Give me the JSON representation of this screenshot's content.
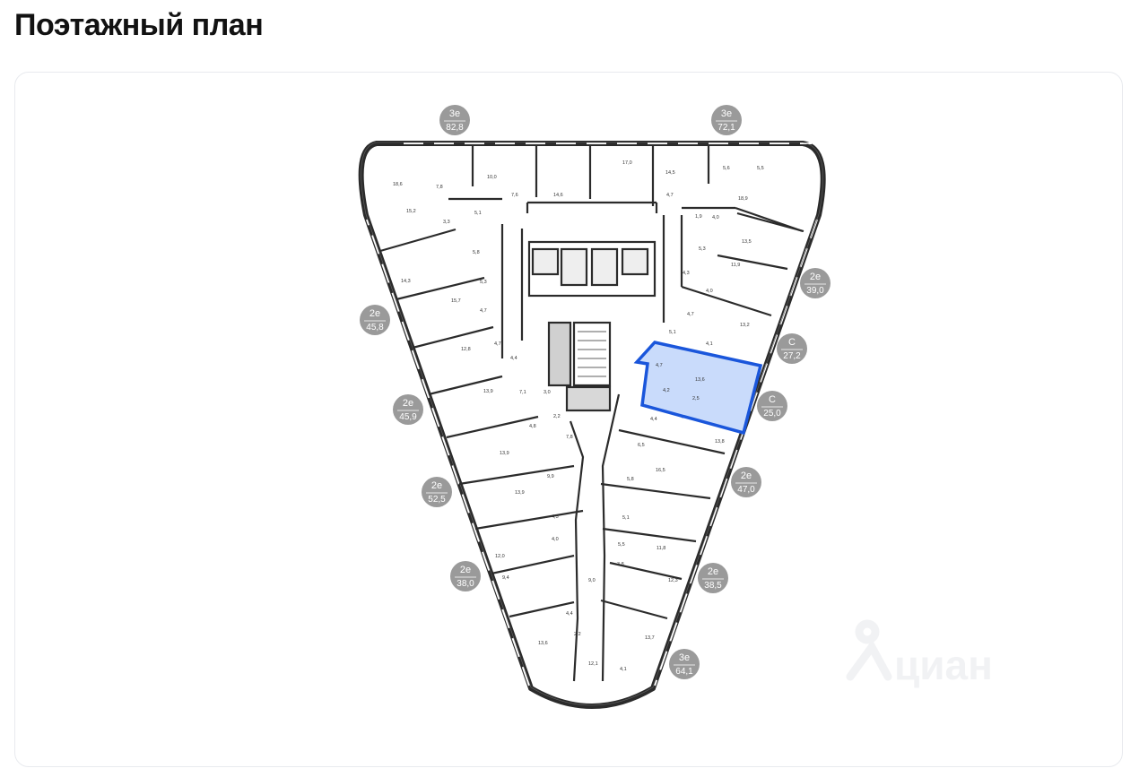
{
  "page": {
    "title": "Поэтажный план"
  },
  "plan": {
    "selected_apartment": "C 25,0",
    "colors": {
      "selected_fill": "#c9dbfb",
      "selected_outline": "#1a56db",
      "badge": "#9a9a9a",
      "walls": "#2b2b2b"
    },
    "apartments": [
      {
        "type": "3e",
        "area": "82,8"
      },
      {
        "type": "3e",
        "area": "72,1"
      },
      {
        "type": "2e",
        "area": "39,0"
      },
      {
        "type": "C",
        "area": "27,2"
      },
      {
        "type": "C",
        "area": "25,0"
      },
      {
        "type": "2e",
        "area": "47,0"
      },
      {
        "type": "2e",
        "area": "38,5"
      },
      {
        "type": "3e",
        "area": "64,1"
      },
      {
        "type": "2e",
        "area": "45,8"
      },
      {
        "type": "2e",
        "area": "45,9"
      },
      {
        "type": "2e",
        "area": "52,5"
      },
      {
        "type": "2e",
        "area": "38,0"
      }
    ],
    "room_areas": [
      "18,6",
      "7,8",
      "15,2",
      "3,3",
      "5,1",
      "10,0",
      "7,6",
      "14,6",
      "17,0",
      "14,5",
      "4,7",
      "5,6",
      "5,5",
      "18,9",
      "1,9",
      "4,0",
      "13,5",
      "5,3",
      "11,9",
      "5,8",
      "14,3",
      "5,3",
      "15,7",
      "4,7",
      "4,3",
      "4,0",
      "4,7",
      "13,2",
      "5,1",
      "4,1",
      "12,8",
      "4,7",
      "4,4",
      "4,7",
      "13,6",
      "4,2",
      "2,5",
      "13,9",
      "7,1",
      "3,0",
      "2,2",
      "4,4",
      "4,8",
      "7,8",
      "13,8",
      "6,5",
      "13,9",
      "9,9",
      "16,5",
      "5,8",
      "13,9",
      "4,5",
      "5,1",
      "4,0",
      "5,5",
      "11,8",
      "12,0",
      "9,4",
      "3,8",
      "9,0",
      "12,3",
      "4,4",
      "2,2",
      "13,7",
      "13,6",
      "12,1",
      "4,1"
    ]
  },
  "watermark": {
    "brand": "циан"
  }
}
